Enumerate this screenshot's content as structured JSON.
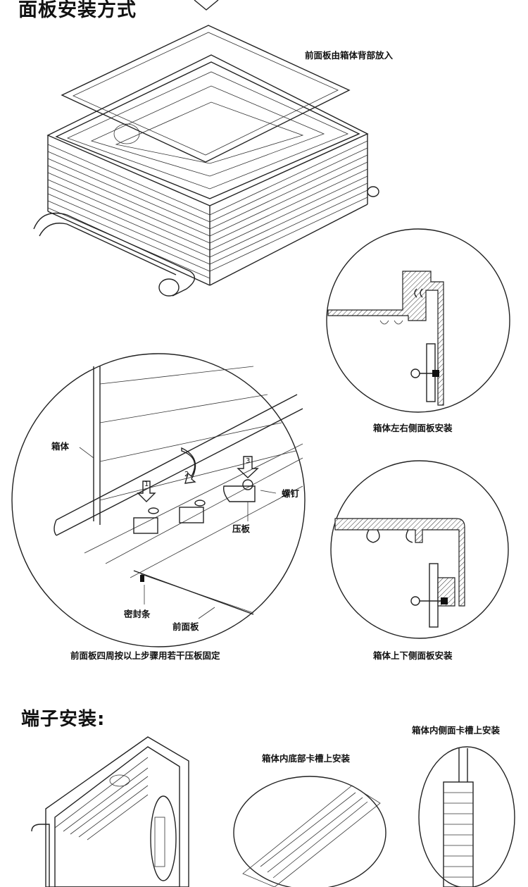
{
  "section1": {
    "title": "面板安装方式",
    "caption_top": "前面板由箱体背部放入",
    "caption_left_detail": "箱体左右侧面板安装",
    "caption_bottom_detail": "箱体上下侧面板安装",
    "caption_main": "前面板四周按以上步骤用若干压板固定",
    "labels": {
      "box": "箱体",
      "screw": "螺钉",
      "clamp": "压板",
      "seal": "密封条",
      "front_panel": "前面板"
    },
    "steps": [
      "1",
      "2",
      "3"
    ]
  },
  "section2": {
    "title": "端子安装:",
    "caption_bottom_rail": "箱体内底部卡槽上安装",
    "caption_side_rail": "箱体内侧面卡槽上安装"
  }
}
